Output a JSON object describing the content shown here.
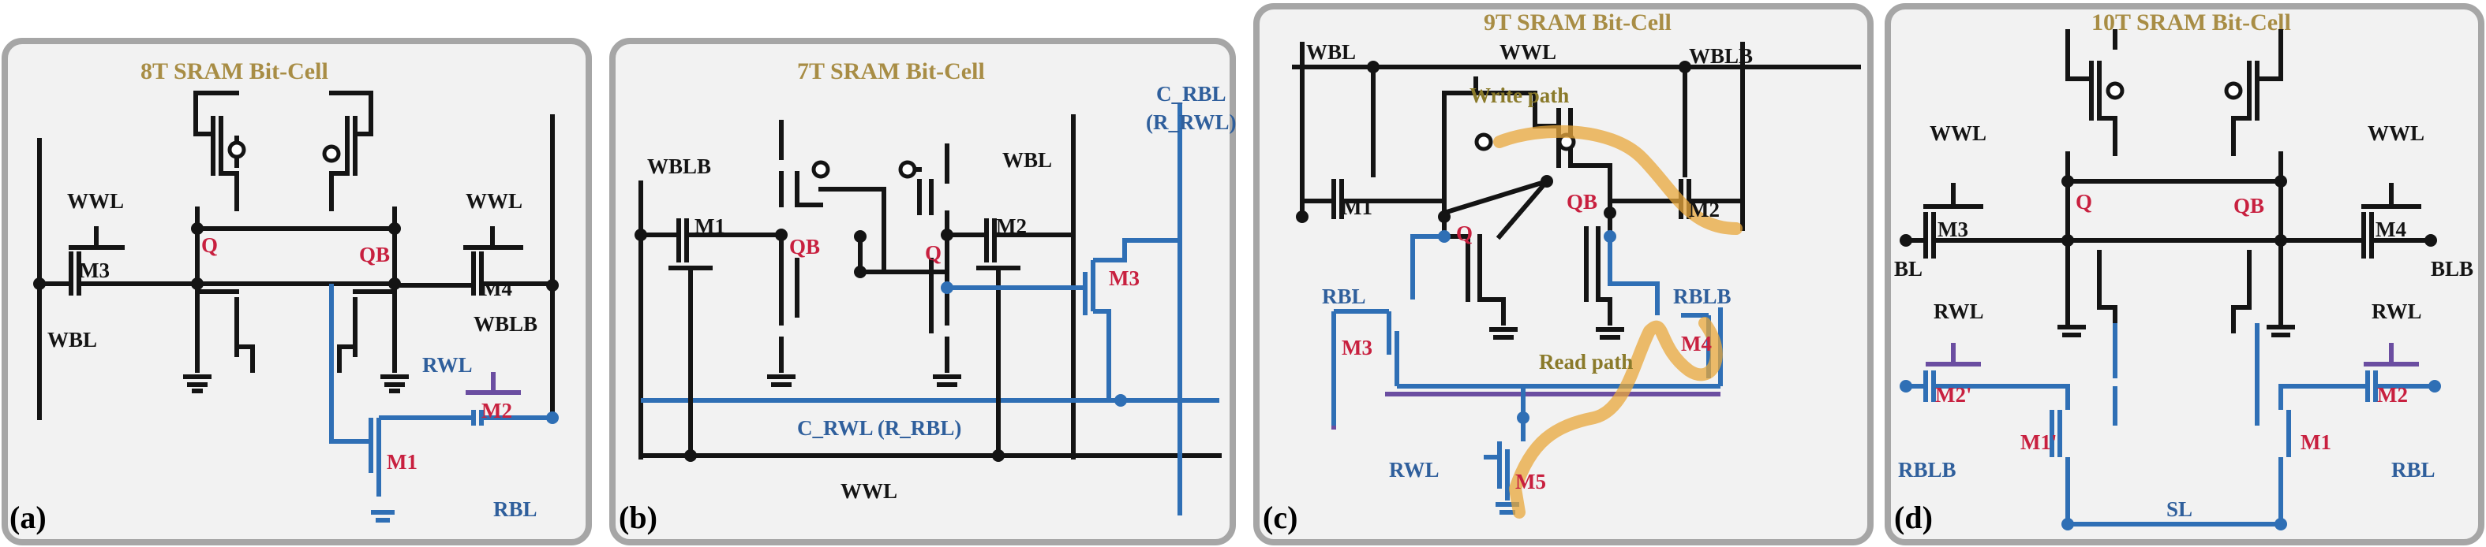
{
  "panels": {
    "a": {
      "tag": "(a)",
      "title": "8T SRAM Bit-Cell",
      "labels": {
        "wwl_left": "WWL",
        "wwl_right": "WWL",
        "wbl": "WBL",
        "wblb": "WBLB",
        "q": "Q",
        "qb": "QB",
        "m3": "M3",
        "m4": "M4",
        "m2": "M2",
        "m1": "M1",
        "rwl": "RWL",
        "rbl": "RBL"
      }
    },
    "b": {
      "tag": "(b)",
      "title": "7T SRAM Bit-Cell",
      "labels": {
        "wblb": "WBLB",
        "wbl": "WBL",
        "m1": "M1",
        "m2": "M2",
        "m3": "M3",
        "qb": "QB",
        "q": "Q",
        "c_rbl": "C_RBL",
        "r_rwl": "(R_RWL)",
        "c_rwl": "C_RWL (R_RBL)",
        "wwl": "WWL"
      }
    },
    "c": {
      "tag": "(c)",
      "title": "9T SRAM Bit-Cell",
      "labels": {
        "wbl": "WBL",
        "wwl": "WWL",
        "wblb": "WBLB",
        "write_path": "Write path",
        "read_path": "Read path",
        "m1": "M1",
        "m2": "M2",
        "m3": "M3",
        "m4": "M4",
        "m5": "M5",
        "q": "Q",
        "qb": "QB",
        "rbl": "RBL",
        "rblb": "RBLB",
        "rwl": "RWL"
      }
    },
    "d": {
      "tag": "(d)",
      "title": "10T SRAM Bit-Cell",
      "labels": {
        "wwl_left": "WWL",
        "wwl_right": "WWL",
        "q": "Q",
        "qb": "QB",
        "m3": "M3",
        "m4": "M4",
        "bl": "BL",
        "blb": "BLB",
        "rwl_left": "RWL",
        "rwl_right": "RWL",
        "m2p": "M2'",
        "m2": "M2",
        "m1p": "M1'",
        "m1": "M1",
        "rblb": "RBLB",
        "rbl": "RBL",
        "sl": "SL"
      }
    }
  },
  "colors": {
    "wire": "#141414",
    "read_wire": "#2f6fb5",
    "highlight": "#e8a73b",
    "title": "#a88d45",
    "node_label": "#c8203f"
  }
}
